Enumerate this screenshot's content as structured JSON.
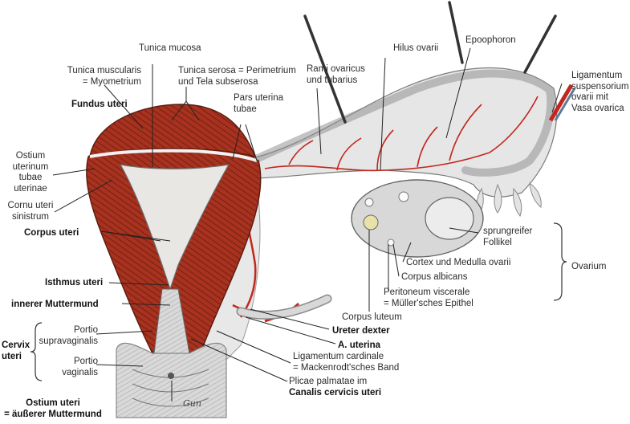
{
  "labels": {
    "tunica_muscularis": "Tunica muscularis\n= Myometrium",
    "tunica_mucosa": "Tunica mucosa",
    "tunica_serosa": "Tunica serosa = Perimetrium\nund Tela subserosa",
    "rami": "Rami ovaricus\nund tubarius",
    "hilus": "Hilus ovarii",
    "epoophoron": "Epoophoron",
    "lig_suspensorium": "Ligamentum\nsuspensorium\novarii mit\nVasa ovarica",
    "fundus": "Fundus uteri",
    "pars_uterina": "Pars uterina\ntubae",
    "ostium_uterinum": "Ostium\nuterinum\ntubae\nuterinae",
    "cornu": "Cornu uteri\nsinistrum",
    "corpus": "Corpus uteri",
    "sprungreifer": "sprungreifer\nFollikel",
    "ovarium": "Ovarium",
    "cortex": "Cortex und Medulla ovarii",
    "corpus_albicans": "Corpus albicans",
    "isthmus": "Isthmus uteri",
    "peritoneum": "Peritoneum viscerale\n= Müller'sches Epithel",
    "innerer": "innerer Muttermund",
    "corpus_luteum": "Corpus luteum",
    "portio_supra": "Portio\nsupravaginalis",
    "ureter": "Ureter dexter",
    "cervix": "Cervix\nuteri",
    "a_uterina": "A. uterina",
    "portio_vag": "Portio\nvaginalis",
    "lig_cardinale": "Ligamentum cardinale\n= Mackenrodt'sches Band",
    "plicae": "Plicae palmatae im",
    "canalis": "Canalis cervicis uteri",
    "ostium_uteri": "Ostium uteri\n= äußerer Muttermund"
  },
  "colors": {
    "muscle": "#a8321f",
    "muscle_dark": "#7a2212",
    "mucosa": "#e8e6e2",
    "tissue": "#dcdcdc",
    "vessel": "#c2261c",
    "outline": "#555555"
  }
}
